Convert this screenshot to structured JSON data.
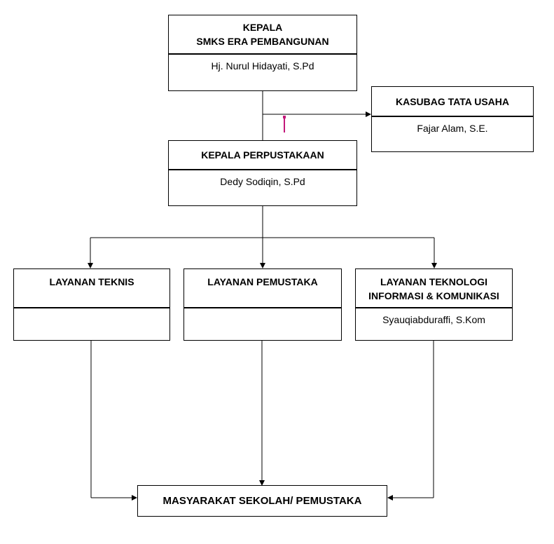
{
  "kepala": {
    "title_line1": "KEPALA",
    "title_line2": "SMKS ERA PEMBANGUNAN",
    "name": "Hj. Nurul Hidayati, S.Pd"
  },
  "kasubag": {
    "title": "KASUBAG TATA USAHA",
    "name": "Fajar Alam, S.E."
  },
  "perpustakaan": {
    "title": "KEPALA PERPUSTAKAAN",
    "name": "Dedy Sodiqin, S.Pd"
  },
  "layanan_teknis": {
    "title": "LAYANAN TEKNIS",
    "name": ""
  },
  "layanan_pemustaka": {
    "title": "LAYANAN PEMUSTAKA",
    "name": ""
  },
  "layanan_tik": {
    "title_line1": "LAYANAN TEKNOLOGI",
    "title_line2": "INFORMASI & KOMUNIKASI",
    "name": "Syauqiabduraffi, S.Kom"
  },
  "masyarakat": {
    "title": "MASYARAKAT SEKOLAH/ PEMUSTAKA"
  },
  "colors": {
    "line": "#000000",
    "marker": "#c2187a"
  }
}
